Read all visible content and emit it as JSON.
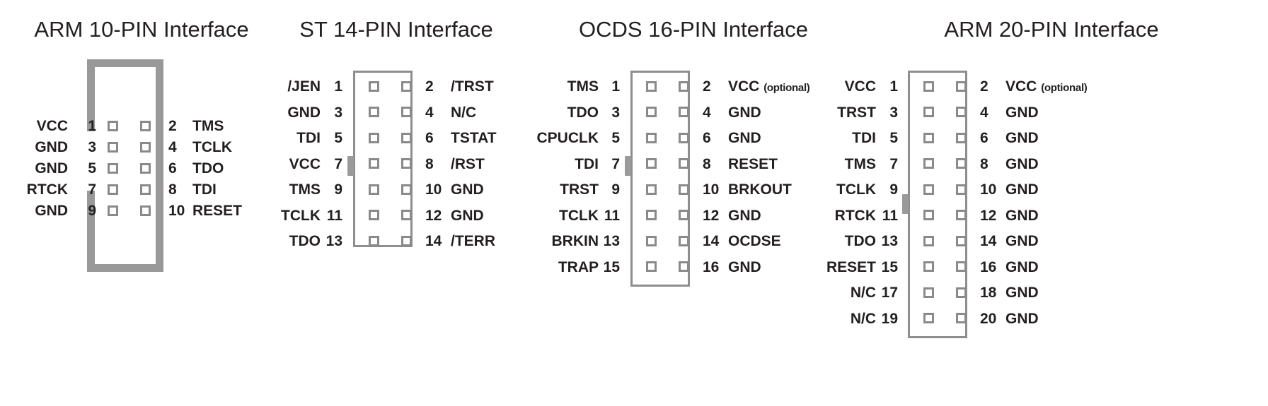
{
  "connectors": [
    {
      "title": "ARM 10-PIN Interface",
      "style": "thick",
      "rows": [
        {
          "left_signal": "VCC",
          "left_pin": "1",
          "right_pin": "2",
          "right_signal": "TMS",
          "right_note": ""
        },
        {
          "left_signal": "GND",
          "left_pin": "3",
          "right_pin": "4",
          "right_signal": "TCLK",
          "right_note": ""
        },
        {
          "left_signal": "GND",
          "left_pin": "5",
          "right_pin": "6",
          "right_signal": "TDO",
          "right_note": ""
        },
        {
          "left_signal": "RTCK",
          "left_pin": "7",
          "right_pin": "8",
          "right_signal": "TDI",
          "right_note": ""
        },
        {
          "left_signal": "GND",
          "left_pin": "9",
          "right_pin": "10",
          "right_signal": "RESET",
          "right_note": ""
        }
      ]
    },
    {
      "title": "ST 14-PIN Interface",
      "style": "thin",
      "rows": [
        {
          "left_signal": "/JEN",
          "left_pin": "1",
          "right_pin": "2",
          "right_signal": "/TRST",
          "right_note": ""
        },
        {
          "left_signal": "GND",
          "left_pin": "3",
          "right_pin": "4",
          "right_signal": "N/C",
          "right_note": ""
        },
        {
          "left_signal": "TDI",
          "left_pin": "5",
          "right_pin": "6",
          "right_signal": "TSTAT",
          "right_note": ""
        },
        {
          "left_signal": "VCC",
          "left_pin": "7",
          "right_pin": "8",
          "right_signal": "/RST",
          "right_note": ""
        },
        {
          "left_signal": "TMS",
          "left_pin": "9",
          "right_pin": "10",
          "right_signal": "GND",
          "right_note": ""
        },
        {
          "left_signal": "TCLK",
          "left_pin": "11",
          "right_pin": "12",
          "right_signal": "GND",
          "right_note": ""
        },
        {
          "left_signal": "TDO",
          "left_pin": "13",
          "right_pin": "14",
          "right_signal": "/TERR",
          "right_note": ""
        }
      ]
    },
    {
      "title": "OCDS 16-PIN Interface",
      "style": "thin",
      "rows": [
        {
          "left_signal": "TMS",
          "left_pin": "1",
          "right_pin": "2",
          "right_signal": "VCC",
          "right_note": "(optional)"
        },
        {
          "left_signal": "TDO",
          "left_pin": "3",
          "right_pin": "4",
          "right_signal": "GND",
          "right_note": ""
        },
        {
          "left_signal": "CPUCLK",
          "left_pin": "5",
          "right_pin": "6",
          "right_signal": "GND",
          "right_note": ""
        },
        {
          "left_signal": "TDI",
          "left_pin": "7",
          "right_pin": "8",
          "right_signal": "RESET",
          "right_note": ""
        },
        {
          "left_signal": "TRST",
          "left_pin": "9",
          "right_pin": "10",
          "right_signal": "BRKOUT",
          "right_note": ""
        },
        {
          "left_signal": "TCLK",
          "left_pin": "11",
          "right_pin": "12",
          "right_signal": "GND",
          "right_note": ""
        },
        {
          "left_signal": "BRKIN",
          "left_pin": "13",
          "right_pin": "14",
          "right_signal": "OCDSE",
          "right_note": ""
        },
        {
          "left_signal": "TRAP",
          "left_pin": "15",
          "right_pin": "16",
          "right_signal": "GND",
          "right_note": ""
        }
      ]
    },
    {
      "title": "ARM 20-PIN Interface",
      "style": "thin",
      "rows": [
        {
          "left_signal": "VCC",
          "left_pin": "1",
          "right_pin": "2",
          "right_signal": "VCC",
          "right_note": "(optional)"
        },
        {
          "left_signal": "TRST",
          "left_pin": "3",
          "right_pin": "4",
          "right_signal": "GND",
          "right_note": ""
        },
        {
          "left_signal": "TDI",
          "left_pin": "5",
          "right_pin": "6",
          "right_signal": "GND",
          "right_note": ""
        },
        {
          "left_signal": "TMS",
          "left_pin": "7",
          "right_pin": "8",
          "right_signal": "GND",
          "right_note": ""
        },
        {
          "left_signal": "TCLK",
          "left_pin": "9",
          "right_pin": "10",
          "right_signal": "GND",
          "right_note": ""
        },
        {
          "left_signal": "RTCK",
          "left_pin": "11",
          "right_pin": "12",
          "right_signal": "GND",
          "right_note": ""
        },
        {
          "left_signal": "TDO",
          "left_pin": "13",
          "right_pin": "14",
          "right_signal": "GND",
          "right_note": ""
        },
        {
          "left_signal": "RESET",
          "left_pin": "15",
          "right_pin": "16",
          "right_signal": "GND",
          "right_note": ""
        },
        {
          "left_signal": "N/C",
          "left_pin": "17",
          "right_pin": "18",
          "right_signal": "GND",
          "right_note": ""
        },
        {
          "left_signal": "N/C",
          "left_pin": "19",
          "right_pin": "20",
          "right_signal": "GND",
          "right_note": ""
        }
      ]
    }
  ],
  "colors": {
    "text": "#231f20",
    "shell_thick": "#999999",
    "shell_thin": "#8e8e8e",
    "pad_outline": "#8a8a8a",
    "background": "#ffffff"
  }
}
